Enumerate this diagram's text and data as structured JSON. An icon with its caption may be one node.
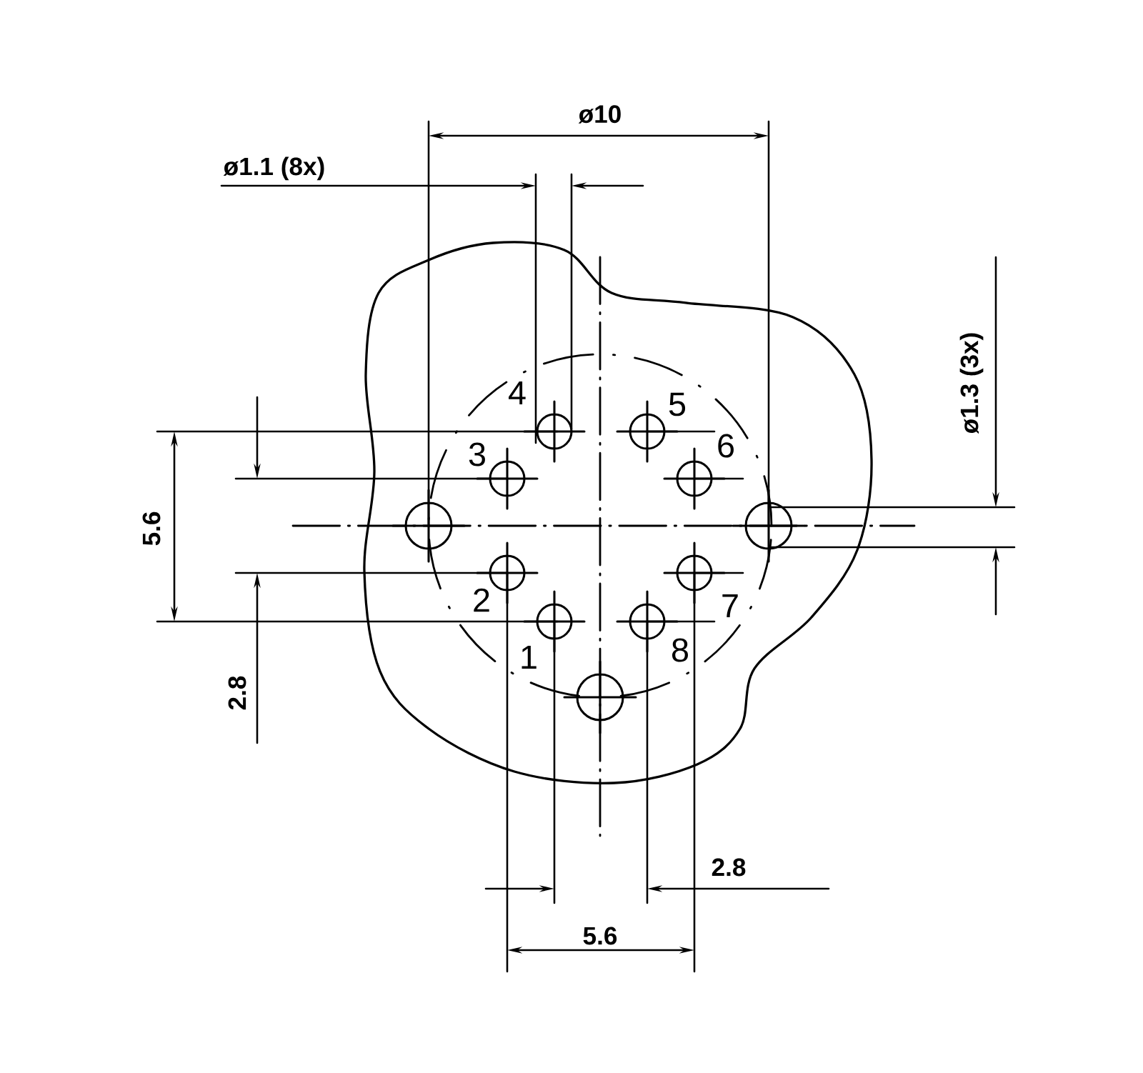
{
  "diagram": {
    "labels": [
      "ø10",
      "ø1.1 (8x)",
      "4",
      "5",
      "ø1.3 (3x)",
      "6",
      "3",
      "5.6",
      "2",
      "7",
      "8",
      "1",
      "2.8",
      "2.8",
      "5.6"
    ]
  }
}
